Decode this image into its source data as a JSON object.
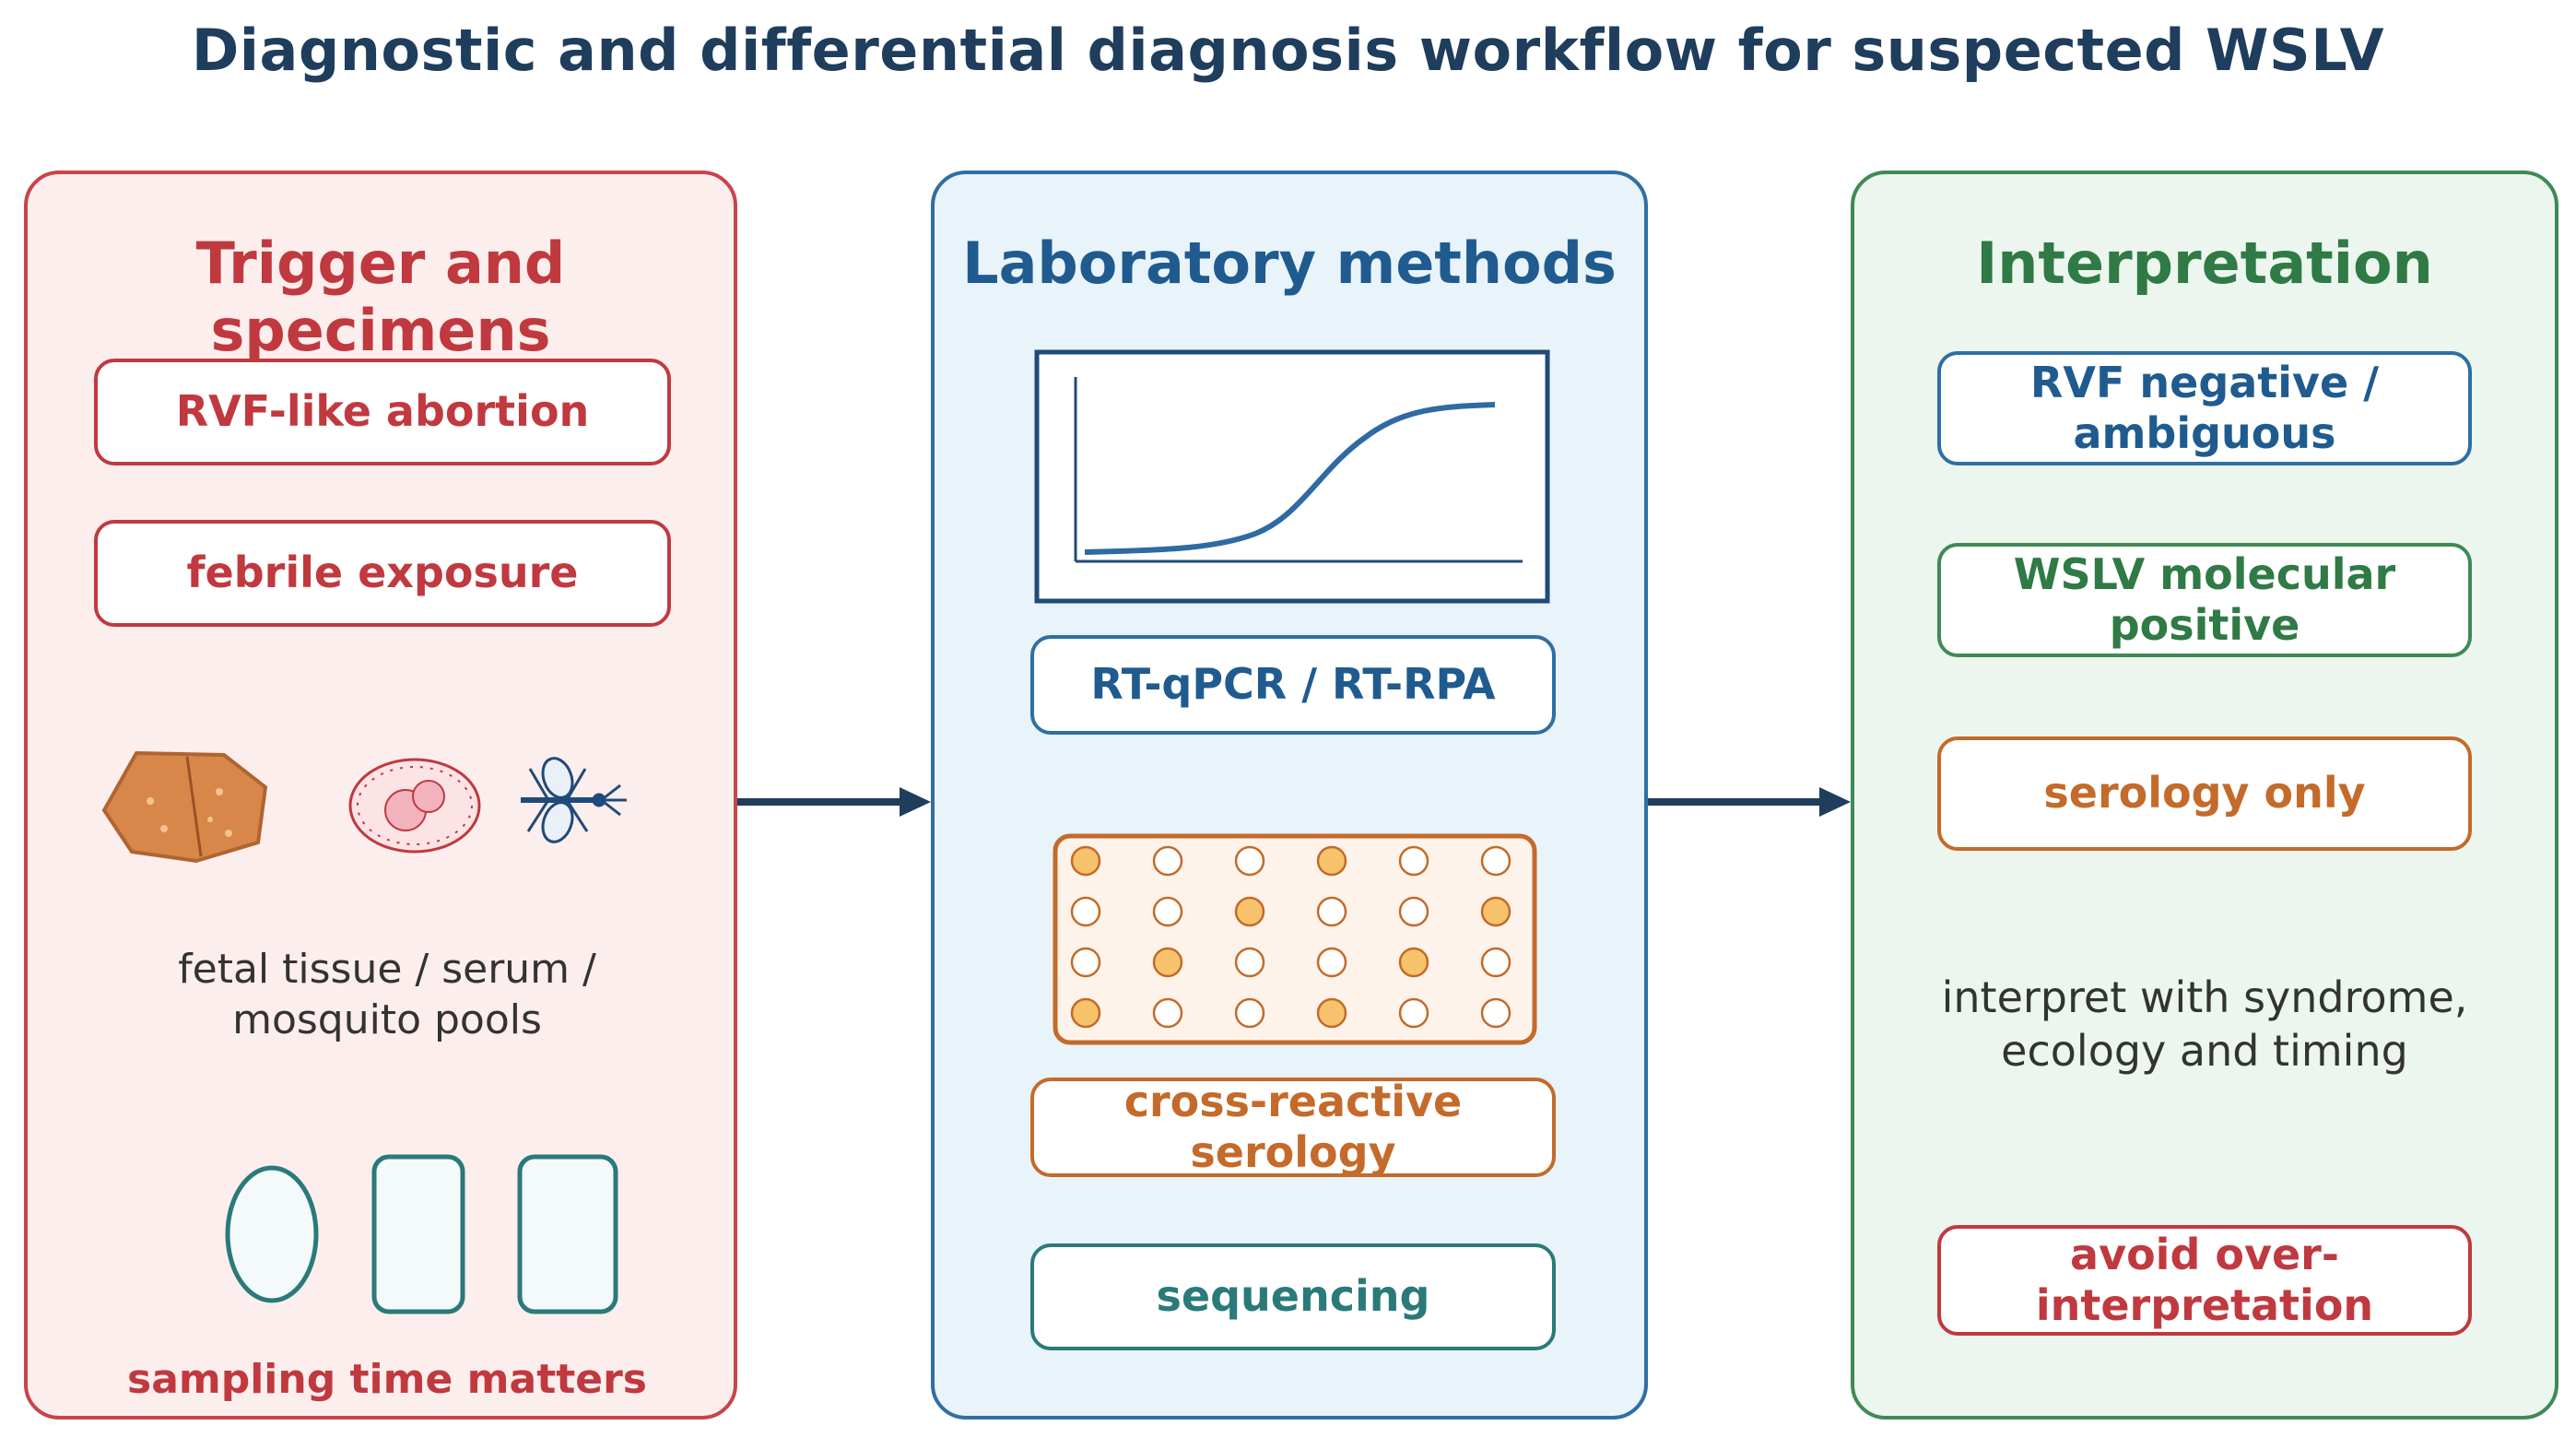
{
  "title": "Diagnostic and differential diagnosis workflow for suspected WSLV",
  "colors": {
    "title": "#1f3d5c",
    "trigger": "#c0393f",
    "lab": "#1f5b8f",
    "interpretation": "#2f7a45",
    "serology": "#c46a2a",
    "sequencing": "#2a7a7a"
  },
  "trigger": {
    "title": "Trigger and specimens",
    "items": [
      "RVF-like abortion",
      "febrile exposure"
    ],
    "icons": [
      "fetal-tissue-icon",
      "cell-culture-icon",
      "mosquito-icon"
    ],
    "specimens_text": "fetal tissue / serum / mosquito pools",
    "tube_icons": [
      "sample-tube-icon",
      "sample-vial-icon",
      "sample-vial-icon"
    ],
    "note": "sampling time matters"
  },
  "lab": {
    "title": "Laboratory methods",
    "amplification_icon": "amplification-curve-icon",
    "molecular": "RT-qPCR / RT-RPA",
    "plate_icon": "microplate-icon",
    "plate_pattern": [
      [
        1,
        0,
        0,
        1,
        0,
        0
      ],
      [
        0,
        0,
        1,
        0,
        0,
        1
      ],
      [
        0,
        1,
        0,
        0,
        1,
        0
      ],
      [
        1,
        0,
        0,
        1,
        0,
        0
      ]
    ],
    "serology": "cross-reactive serology",
    "sequencing": "sequencing"
  },
  "interpretation": {
    "title": "Interpretation",
    "items": [
      "RVF negative / ambiguous",
      "WSLV molecular positive",
      "serology only"
    ],
    "note": "interpret with syndrome, ecology and timing",
    "warning": "avoid over-interpretation"
  }
}
